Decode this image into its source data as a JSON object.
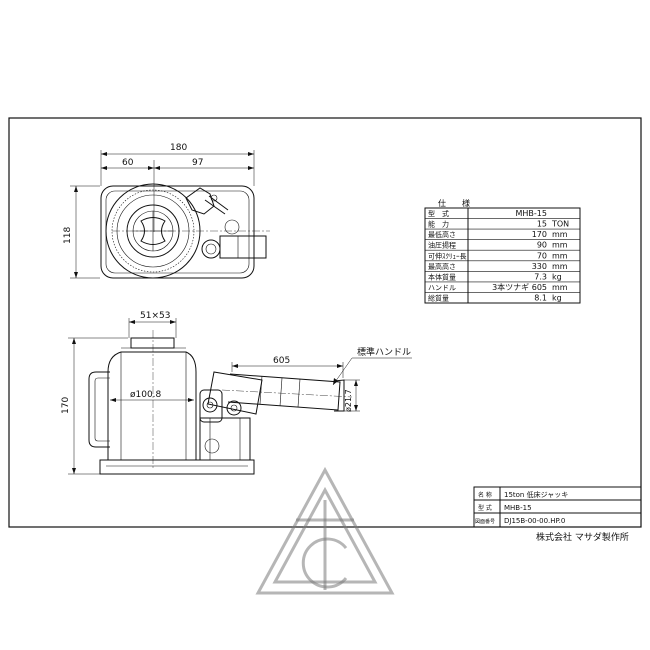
{
  "top_view": {
    "dim_overall": "180",
    "dim_left": "60",
    "dim_right": "97",
    "dim_height": "118"
  },
  "side_view": {
    "dim_top": "51×53",
    "dim_diameter": "ø100.8",
    "dim_height": "170",
    "dim_handle": "605",
    "dim_handle_dia": "ø21.7",
    "handle_label": "標準ハンドル"
  },
  "specs": {
    "title": "仕　　様",
    "rows": [
      {
        "label": "型　式",
        "value": "MHB-15",
        "unit": ""
      },
      {
        "label": "能　力",
        "value": "15",
        "unit": "TON"
      },
      {
        "label": "最低高さ",
        "value": "170",
        "unit": "mm"
      },
      {
        "label": "油圧揚程",
        "value": "90",
        "unit": "mm"
      },
      {
        "label": "可伸ｽｸﾘｭｰ長",
        "value": "70",
        "unit": "mm"
      },
      {
        "label": "最高高さ",
        "value": "330",
        "unit": "mm"
      },
      {
        "label": "本体質量",
        "value": "7.3",
        "unit": "kg"
      },
      {
        "label": "ハンドル",
        "value": "3本ツナギ  605",
        "unit": "mm"
      },
      {
        "label": "総質量",
        "value": "8.1",
        "unit": "kg"
      }
    ]
  },
  "title_block": {
    "rows": [
      {
        "label": "名 称",
        "value": "15ton  低床ジャッキ"
      },
      {
        "label": "型 式",
        "value": "MHB-15"
      },
      {
        "label": "図面番号",
        "value": "DJ15B-00-00.HP.0"
      }
    ],
    "company": "株式会社 マサダ製作所"
  },
  "colors": {
    "ink": "#111111",
    "watermark": "#7a7a7a"
  }
}
